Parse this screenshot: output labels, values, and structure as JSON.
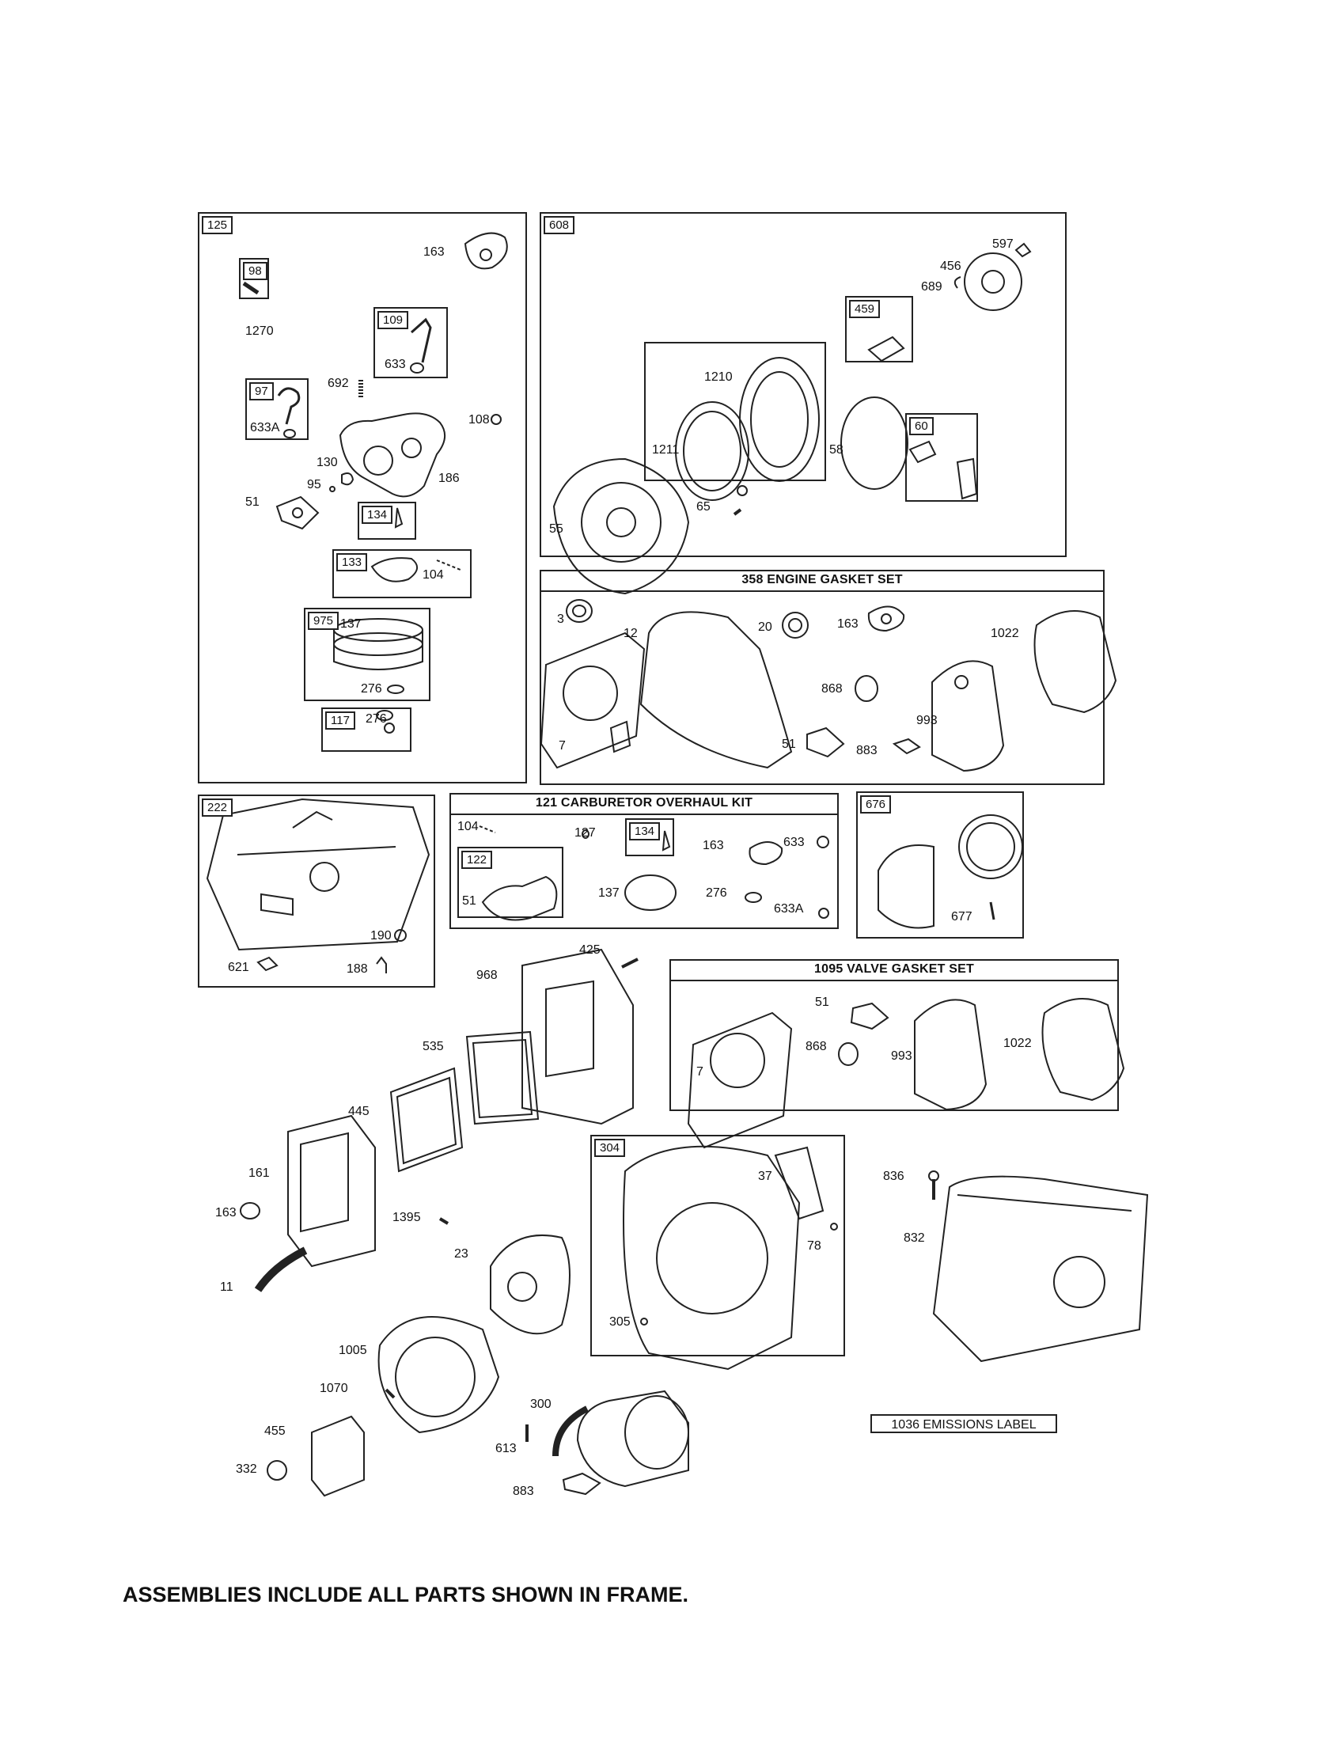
{
  "frames": {
    "f125": {
      "tag": "125",
      "labels": [
        "163",
        "1270",
        "692",
        "108",
        "130",
        "95",
        "186",
        "51",
        "104",
        "137",
        "276"
      ],
      "subs": {
        "s98": "98",
        "s109": "109",
        "s109_633": "633",
        "s97": "97",
        "s97_633a": "633A",
        "s134": "134",
        "s133": "133",
        "s975": "975",
        "s117": "117",
        "s117_276": "276"
      }
    },
    "f608": {
      "tag": "608",
      "labels": [
        "597",
        "456",
        "689",
        "1210",
        "1211",
        "58",
        "65",
        "55"
      ],
      "subs": {
        "s459": "459",
        "s60": "60"
      }
    },
    "f358": {
      "title": "358 ENGINE GASKET SET",
      "labels": [
        "3",
        "12",
        "20",
        "163",
        "1022",
        "868",
        "993",
        "7",
        "51",
        "883"
      ]
    },
    "f222": {
      "tag": "222",
      "labels": [
        "190",
        "621",
        "188"
      ]
    },
    "f121": {
      "title": "121 CARBURETOR OVERHAUL KIT",
      "labels": [
        "104",
        "127",
        "163",
        "633",
        "51",
        "137",
        "276",
        "633A"
      ],
      "subs": {
        "s134": "134",
        "s122": "122"
      }
    },
    "f676": {
      "tag": "676",
      "labels": [
        "677"
      ]
    },
    "f1095": {
      "title": "1095 VALVE GASKET SET",
      "labels": [
        "51",
        "868",
        "993",
        "1022",
        "7"
      ]
    },
    "f304": {
      "tag": "304",
      "labels": [
        "37",
        "78",
        "305"
      ]
    }
  },
  "loose_labels": [
    "425",
    "968",
    "535",
    "445",
    "161",
    "163",
    "1395",
    "11",
    "23",
    "1005",
    "1070",
    "455",
    "332",
    "300",
    "613",
    "883",
    "836",
    "832"
  ],
  "emissions_label": "1036 EMISSIONS LABEL",
  "footer": "ASSEMBLIES INCLUDE ALL PARTS SHOWN IN FRAME."
}
